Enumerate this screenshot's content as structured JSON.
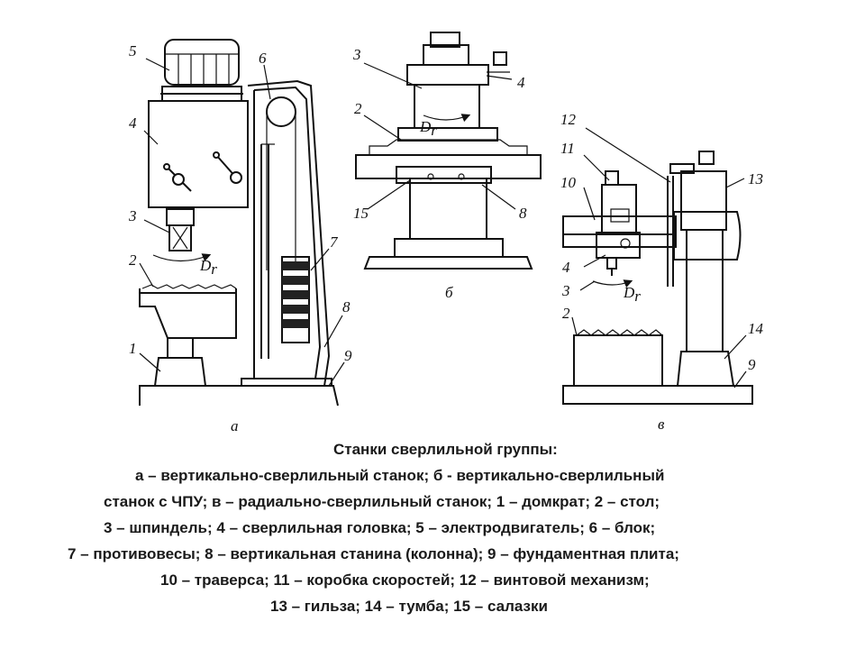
{
  "figure": {
    "machine_a": {
      "callouts": [
        "5",
        "4",
        "3",
        "2",
        "1",
        "6",
        "7",
        "8",
        "9"
      ],
      "dr": "D",
      "dr_sub": "r",
      "sublabel": "а"
    },
    "machine_b": {
      "callouts": [
        "3",
        "4",
        "2",
        "15",
        "8"
      ],
      "dr": "D",
      "dr_sub": "r",
      "sublabel": "б"
    },
    "machine_c": {
      "callouts": [
        "12",
        "11",
        "10",
        "13",
        "4",
        "3",
        "2",
        "14",
        "9"
      ],
      "dr": "D",
      "dr_sub": "r",
      "sublabel": "в"
    }
  },
  "caption": {
    "title": "Станки сверлильной группы:",
    "lines": [
      "а – вертикально-сверлильный станок; б - вертикально-сверлильный",
      "станок с ЧПУ; в – радиально-сверлильный станок; 1 – домкрат; 2 – стол;",
      "3 – шпиндель; 4 – сверлильная головка; 5 – электродвигатель; 6 – блок;",
      "7 – противовесы; 8 – вертикальная станина (колонна); 9 – фундаментная плита;",
      "10 – траверса; 11 – коробка скоростей; 12 – винтовой механизм;",
      "13 – гильза; 14 – тумба; 15 – салазки"
    ]
  }
}
